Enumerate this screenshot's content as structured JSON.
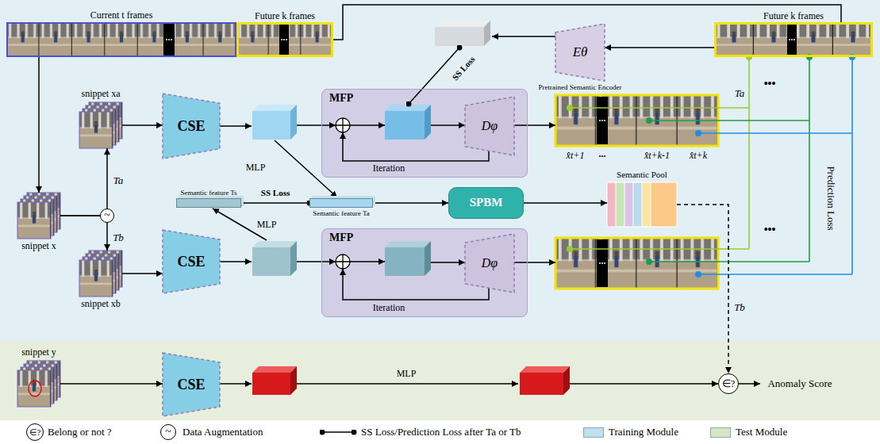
{
  "diagram": {
    "nodes": [
      {
        "text": [
          "Current t frames"
        ]
      },
      {
        "text": [
          "Future k frames"
        ]
      },
      {
        "text": [
          "Future k frames"
        ]
      },
      {
        "text": [
          "Eθ",
          "Pretrained Semantic Encoder"
        ]
      },
      {
        "text": [
          "snippet xa"
        ]
      },
      {
        "text": [
          "snippet x"
        ]
      },
      {
        "text": [
          "snippet xb"
        ]
      },
      {
        "text": [
          "CSE"
        ]
      },
      {
        "text": [
          "MFP"
        ]
      },
      {
        "text": [
          "Dφ"
        ],
        "in": 8
      },
      {
        "text": [
          "Semantic feature Ts"
        ]
      },
      {
        "text": [
          "Semantic feature Ta"
        ]
      },
      {
        "text": [
          "SPBM"
        ]
      },
      {
        "text": [
          "Semantic Pool"
        ]
      },
      {
        "text": [
          "CSE"
        ]
      },
      {
        "text": [
          "MFP"
        ]
      },
      {
        "text": [
          "Dφ"
        ],
        "in": 15
      },
      {
        "text": [
          "snippet y"
        ]
      },
      {
        "text": [
          "CSE"
        ]
      },
      {
        "text": [
          "∈?"
        ]
      }
    ],
    "edges": [
      {
        "from": 0,
        "to": 5,
        "arrow": "to"
      },
      {
        "from": 1,
        "to": 2,
        "arrow": "none"
      },
      {
        "from": 2,
        "to": 3,
        "arrow": "to"
      },
      {
        "from": 5,
        "to": 4,
        "arrow": "to"
      },
      {
        "from": 5,
        "to": 6,
        "arrow": "to"
      },
      {
        "from": 4,
        "to": 7,
        "arrow": "to"
      },
      {
        "from": 6,
        "to": 14,
        "arrow": "to"
      },
      {
        "from": 10,
        "to": 11,
        "label": "SS Loss",
        "arrow": "none"
      },
      {
        "from": 11,
        "to": 12,
        "arrow": "to"
      },
      {
        "from": 12,
        "to": 13,
        "arrow": "to"
      },
      {
        "from": 13,
        "to": 19,
        "arrow": "to"
      },
      {
        "from": 17,
        "to": 18,
        "arrow": "to"
      }
    ],
    "labels": [
      "SS Loss",
      "MLP",
      "MLP",
      "MLP",
      "Iteration",
      "Iteration",
      "~",
      "Ta",
      "Tb",
      "x̂t+1",
      "...",
      "x̂t+k-1",
      "x̂t+k",
      "Ta",
      "Tb",
      "•••",
      "•••",
      "Prediction Loss",
      "Anomaly Score",
      "∈?",
      "~"
    ],
    "legend": [
      {
        "text": "Belong or not ?"
      },
      {
        "text": "Data Augmentation"
      },
      {
        "text": "SS Loss/Prediction Loss after Ta or Tb"
      },
      {
        "text": "Training Module",
        "color": "#bfe0ee"
      },
      {
        "text": "Test Module",
        "color": "#d6e5c5"
      }
    ]
  }
}
